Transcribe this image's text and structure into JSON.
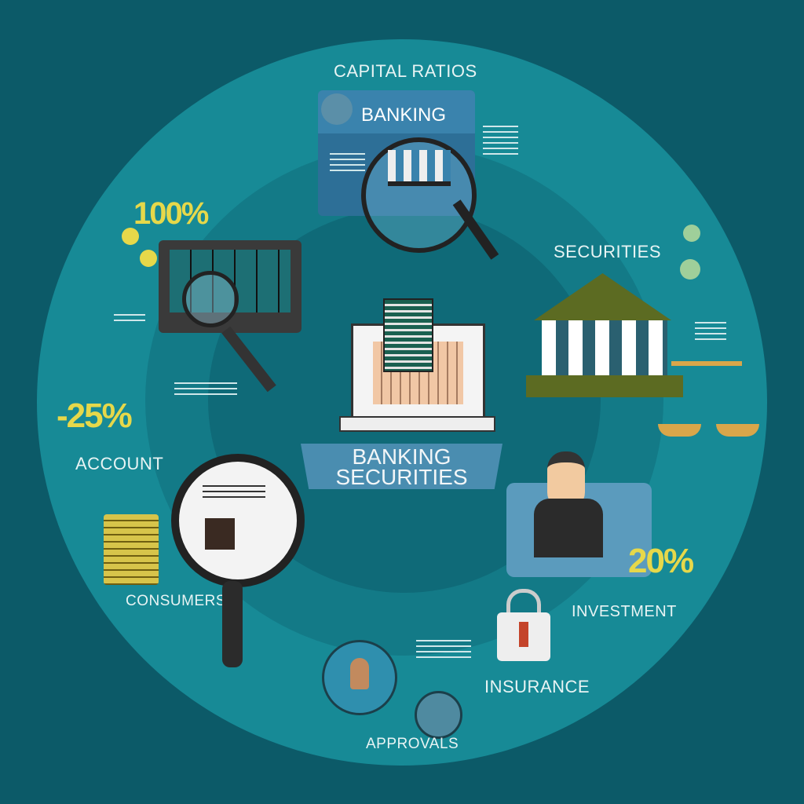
{
  "title_top": "CAPITAL RATIOS",
  "banking_card_label": "BANKING",
  "center_banner": {
    "line1": "BANKING",
    "line2": "SECURITIES"
  },
  "labels": {
    "securities": "SECURITIES",
    "insurance": "INSURANCE",
    "accounts": "ACCOUNT",
    "consumers": "CONSUMERS",
    "investments": "INVESTMENT",
    "approvals": "APPROVALS"
  },
  "percentages": {
    "top_left": "100%",
    "left": "-25%",
    "right": "20%"
  },
  "colors": {
    "background": "#0c5a68",
    "circle": "#178a96",
    "accent_yellow": "#e6d84a",
    "banner": "#4a8db0"
  }
}
